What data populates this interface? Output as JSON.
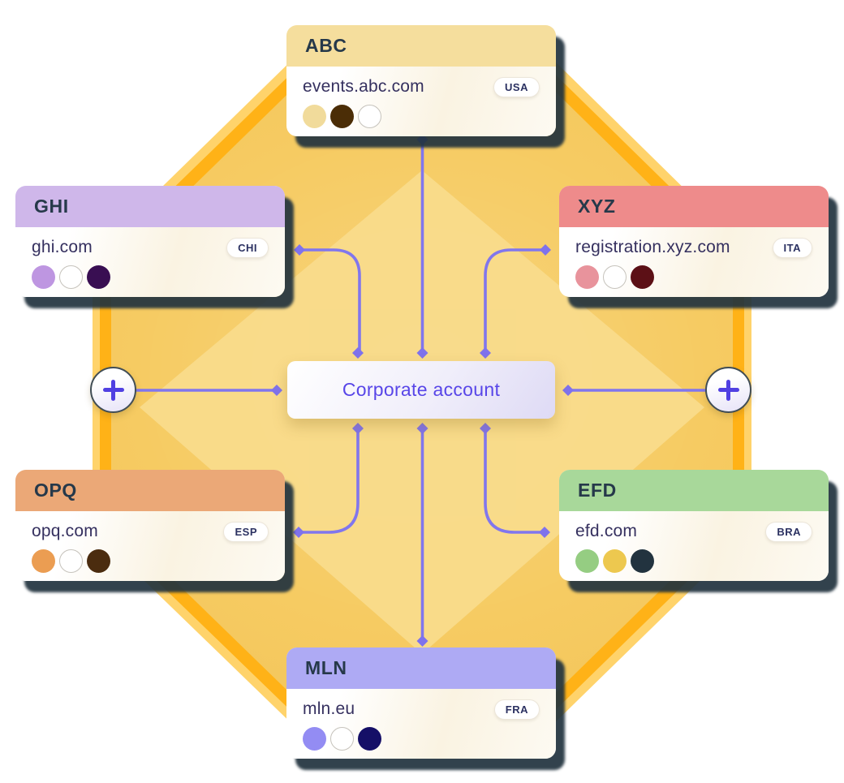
{
  "page": {
    "background_color": "#FFFFFF"
  },
  "hexagon": {
    "glow_color": "#FFB217",
    "glow_outer_color": "#FFC53A",
    "fill_color": "#F6CB62",
    "inner_light_color": "#F9DC8C"
  },
  "center_node": {
    "label": "Corporate account",
    "text_color": "#5846E8"
  },
  "connectors": {
    "line_color": "#8176ED",
    "diamond_color": "#7F72EC"
  },
  "icons": {
    "plus": "+"
  },
  "cards": [
    {
      "title": "ABC",
      "domain": "events.abc.com",
      "badge": "USA",
      "header_color": "#F5DE9D",
      "dots": [
        "#F1DB9B",
        "#4B2D06",
        "#FFFFFF"
      ]
    },
    {
      "title": "GHI",
      "domain": "ghi.com",
      "badge": "CHI",
      "header_color": "#CFB7EA",
      "dots": [
        "#BE96E1",
        "#FFFFFF",
        "#390E52"
      ]
    },
    {
      "title": "XYZ",
      "domain": "registration.xyz.com",
      "badge": "ITA",
      "header_color": "#EE8B8B",
      "dots": [
        "#E8939C",
        "#FFFFFF",
        "#5C1016"
      ]
    },
    {
      "title": "OPQ",
      "domain": "opq.com",
      "badge": "ESP",
      "header_color": "#EBA877",
      "dots": [
        "#EB9D52",
        "#FFFFFF",
        "#4B2C0F"
      ]
    },
    {
      "title": "EFD",
      "domain": "efd.com",
      "badge": "BRA",
      "header_color": "#A8D89A",
      "dots": [
        "#95CD82",
        "#EDC84F",
        "#22333F"
      ]
    },
    {
      "title": "MLN",
      "domain": "mln.eu",
      "badge": "FRA",
      "header_color": "#AEAAF4",
      "dots": [
        "#938CF3",
        "#FFFFFF",
        "#150F67"
      ]
    }
  ]
}
